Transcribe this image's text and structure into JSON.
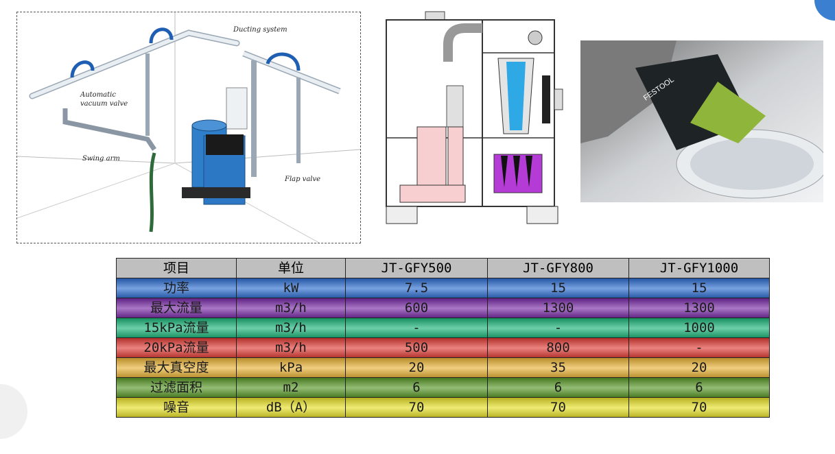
{
  "diagram": {
    "labels": {
      "ducting": "Ducting system",
      "auto_valve_line1": "Automatic",
      "auto_valve_line2": "vacuum valve",
      "swing_arm": "Swing arm",
      "flap_valve": "Flap valve"
    }
  },
  "photo": {
    "brand": "FESTOOL"
  },
  "table": {
    "headers": [
      "项目",
      "单位",
      "JT-GFY500",
      "JT-GFY800",
      "JT-GFY1000"
    ],
    "rows": [
      {
        "cells": [
          "功率",
          "kW",
          "7.5",
          "15",
          "15"
        ],
        "color": "#2f6fcf"
      },
      {
        "cells": [
          "最大流量",
          "m3/h",
          "600",
          "1300",
          "1300"
        ],
        "color": "#7a2ea8"
      },
      {
        "cells": [
          "15kPa流量",
          "m3/h",
          "-",
          "-",
          "1000"
        ],
        "color": "#1fb57a"
      },
      {
        "cells": [
          "20kPa流量",
          "m3/h",
          "500",
          "800",
          "-"
        ],
        "color": "#e0403a"
      },
      {
        "cells": [
          "最大真空度",
          "kPa",
          "20",
          "35",
          "20"
        ],
        "color": "#e8b33a"
      },
      {
        "cells": [
          "过滤面积",
          "m2",
          "6",
          "6",
          "6"
        ],
        "color": "#5b9a2a"
      },
      {
        "cells": [
          "噪音",
          "dB（A）",
          "70",
          "70",
          "70"
        ],
        "color": "#e6e02a"
      }
    ]
  }
}
